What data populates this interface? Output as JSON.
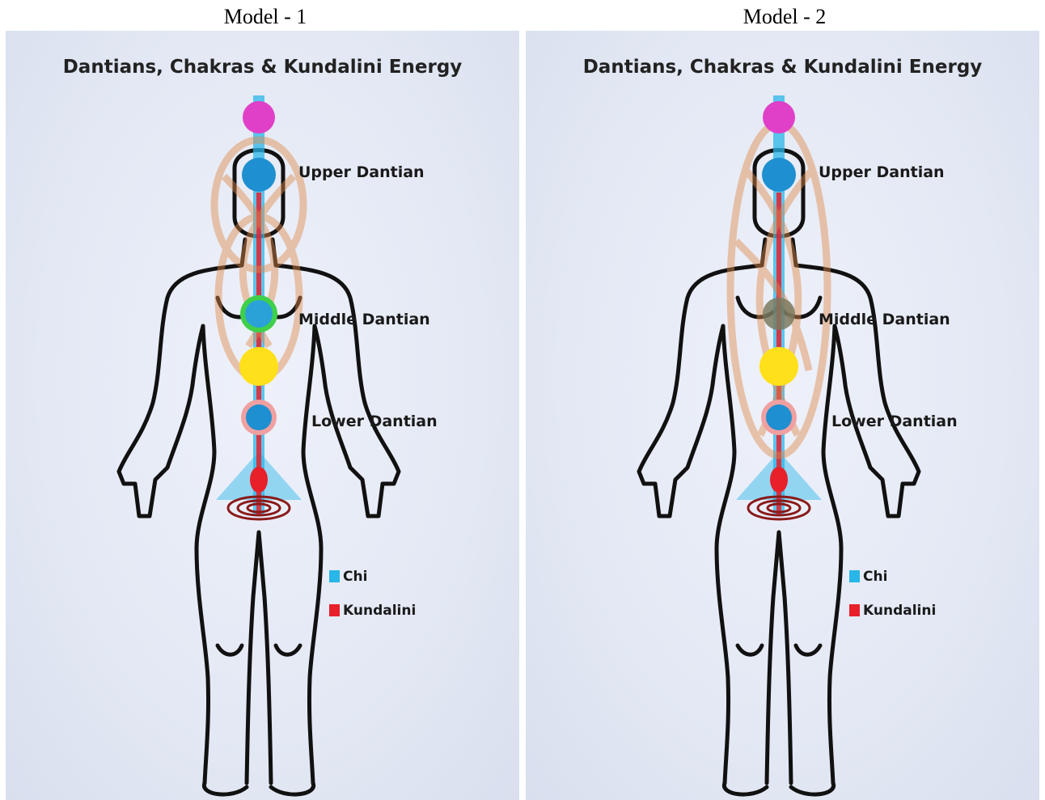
{
  "header": {
    "model1": "Model - 1",
    "model2": "Model - 2"
  },
  "diagram": {
    "title": "Dantians, Chakras & Kundalini Energy",
    "labels": {
      "upper": "Upper Dantian",
      "middle": "Middle Dantian",
      "lower": "Lower Dantian"
    },
    "legend": [
      {
        "label": "Chi",
        "color": "#29b6e8"
      },
      {
        "label": "Kundalini",
        "color": "#e8202a"
      }
    ]
  },
  "colors": {
    "crown": "#e040c8",
    "head": "#1e8fd0",
    "heart": "#2aa2d8",
    "heart_ring": "#3fd04a",
    "solar": "#ffe01a",
    "sacral": "#1e8fd0",
    "sacral_ring": "#f0a0a0",
    "root": "#e8202a",
    "chi": "#29b6e8",
    "kundalini": "#e8202a",
    "spiral": "#8a1a1a",
    "overlay": "#e08a4a"
  }
}
